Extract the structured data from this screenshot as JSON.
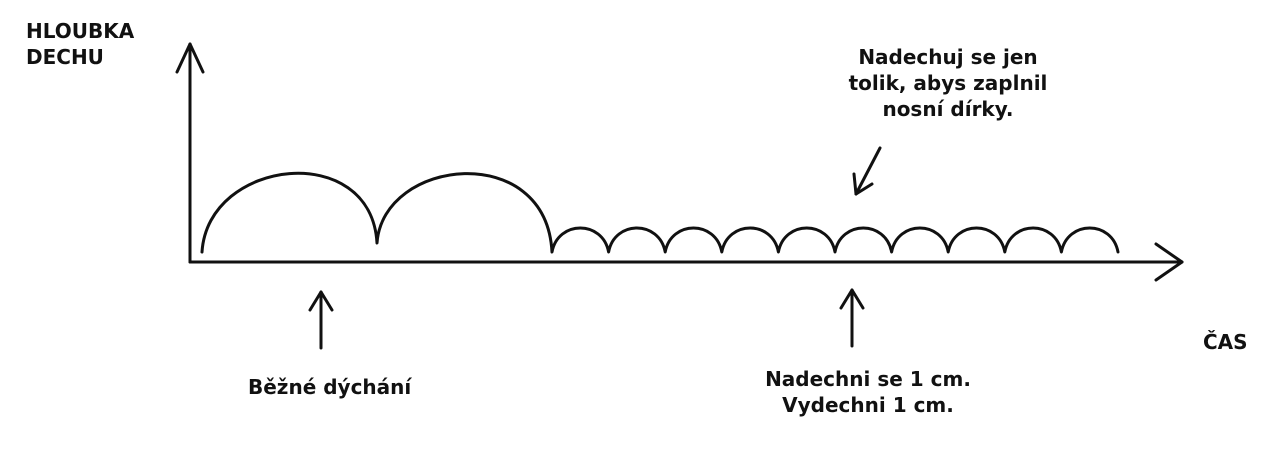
{
  "axes": {
    "y_label_line1": "HLOUBKA",
    "y_label_line2": "DECHU",
    "x_label": "ČAS"
  },
  "annotations": {
    "shallow_tip_line1": "Nadechuj se jen",
    "shallow_tip_line2": "tolik, abys zaplnil",
    "shallow_tip_line3": "nosní dírky.",
    "normal_breathing": "Běžné dýchání",
    "shallow_line1": "Nadechni se 1 cm.",
    "shallow_line2": "Vydechni 1 cm."
  },
  "diagram": {
    "large_breaths": 2,
    "small_breaths": 10
  }
}
